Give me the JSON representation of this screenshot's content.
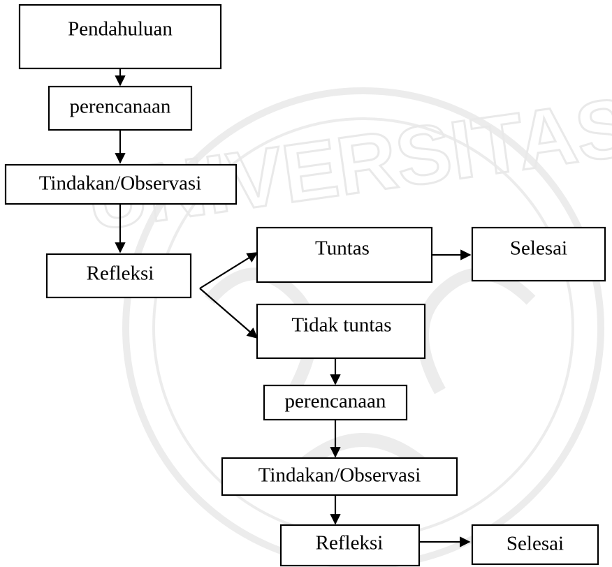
{
  "nodes": {
    "pendahuluan": "Pendahuluan",
    "perencanaan_1": "perencanaan",
    "tindakan_1": "Tindakan/Observasi",
    "refleksi_1": "Refleksi",
    "tuntas": "Tuntas",
    "selesai_1": "Selesai",
    "tidak_tuntas": "Tidak tuntas",
    "perencanaan_2": "perencanaan",
    "tindakan_2": "Tindakan/Observasi",
    "refleksi_2": "Refleksi",
    "selesai_2": "Selesai"
  },
  "watermark": {
    "text": "UNIVERSITAS",
    "color": "#e9e9e9"
  },
  "colors": {
    "line": "#000000",
    "background": "#ffffff"
  }
}
